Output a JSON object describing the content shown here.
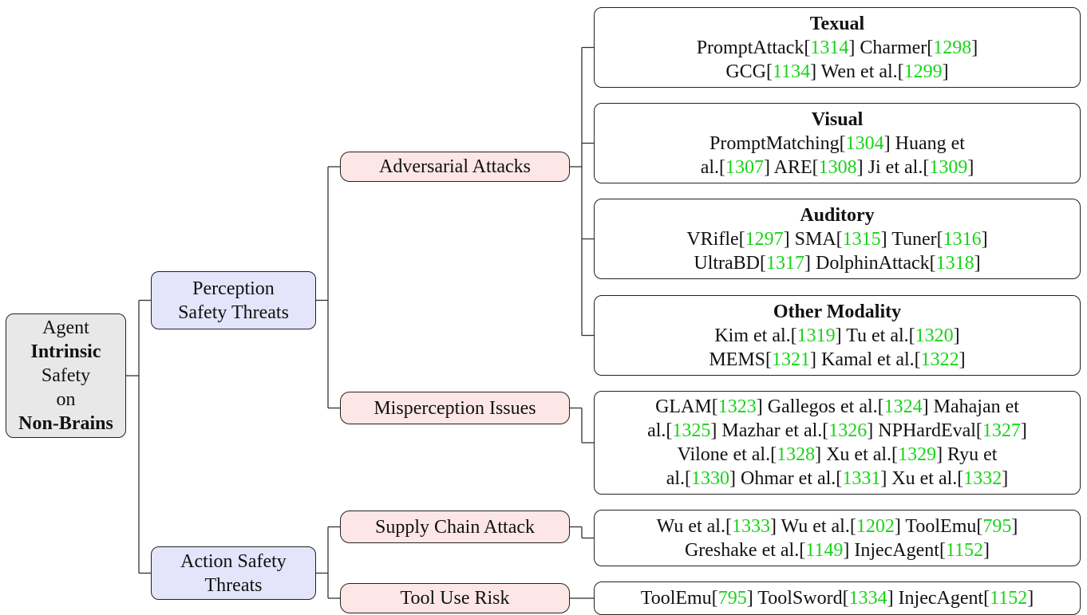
{
  "root": {
    "lines": [
      "Agent",
      "Intrinsic",
      "Safety",
      "on",
      "Non-Brains"
    ],
    "bold": [
      false,
      true,
      false,
      false,
      true
    ]
  },
  "level1": [
    {
      "id": "perception",
      "lines": [
        "Perception",
        "Safety Threats"
      ]
    },
    {
      "id": "action",
      "lines": [
        "Action Safety",
        "Threats"
      ]
    }
  ],
  "level2": [
    {
      "id": "adversarial",
      "label": "Adversarial Attacks"
    },
    {
      "id": "misperception",
      "label": "Misperception Issues"
    },
    {
      "id": "supply",
      "label": "Supply Chain Attack"
    },
    {
      "id": "tooluse",
      "label": "Tool Use Risk"
    }
  ],
  "leaves": [
    {
      "id": "textual",
      "title": "Texual",
      "lines": [
        [
          [
            "PromptAttack[",
            0
          ],
          [
            "1314",
            1
          ],
          [
            "] Charmer[",
            0
          ],
          [
            "1298",
            1
          ],
          [
            "]",
            0
          ]
        ],
        [
          [
            "GCG[",
            0
          ],
          [
            "1134",
            1
          ],
          [
            "] Wen et al.[",
            0
          ],
          [
            "1299",
            1
          ],
          [
            "]",
            0
          ]
        ]
      ]
    },
    {
      "id": "visual",
      "title": "Visual",
      "lines": [
        [
          [
            "PromptMatching[",
            0
          ],
          [
            "1304",
            1
          ],
          [
            "] Huang et",
            0
          ]
        ],
        [
          [
            "al.[",
            0
          ],
          [
            "1307",
            1
          ],
          [
            "] ARE[",
            0
          ],
          [
            "1308",
            1
          ],
          [
            "] Ji et al.[",
            0
          ],
          [
            "1309",
            1
          ],
          [
            "]",
            0
          ]
        ]
      ]
    },
    {
      "id": "auditory",
      "title": "Auditory",
      "lines": [
        [
          [
            "VRifle[",
            0
          ],
          [
            "1297",
            1
          ],
          [
            "] SMA[",
            0
          ],
          [
            "1315",
            1
          ],
          [
            "] Tuner[",
            0
          ],
          [
            "1316",
            1
          ],
          [
            "]",
            0
          ]
        ],
        [
          [
            "UltraBD[",
            0
          ],
          [
            "1317",
            1
          ],
          [
            "] DolphinAttack[",
            0
          ],
          [
            "1318",
            1
          ],
          [
            "]",
            0
          ]
        ]
      ]
    },
    {
      "id": "other",
      "title": "Other Modality",
      "lines": [
        [
          [
            "Kim et al.[",
            0
          ],
          [
            "1319",
            1
          ],
          [
            "] Tu et al.[",
            0
          ],
          [
            "1320",
            1
          ],
          [
            "]",
            0
          ]
        ],
        [
          [
            "MEMS[",
            0
          ],
          [
            "1321",
            1
          ],
          [
            "] Kamal et al.[",
            0
          ],
          [
            "1322",
            1
          ],
          [
            "]",
            0
          ]
        ]
      ]
    },
    {
      "id": "misperception-refs",
      "title": "",
      "lines": [
        [
          [
            "GLAM[",
            0
          ],
          [
            "1323",
            1
          ],
          [
            "] Gallegos et al.[",
            0
          ],
          [
            "1324",
            1
          ],
          [
            "] Mahajan et",
            0
          ]
        ],
        [
          [
            "al.[",
            0
          ],
          [
            "1325",
            1
          ],
          [
            "] Mazhar et al.[",
            0
          ],
          [
            "1326",
            1
          ],
          [
            "] NPHardEval[",
            0
          ],
          [
            "1327",
            1
          ],
          [
            "]",
            0
          ]
        ],
        [
          [
            "Vilone et al.[",
            0
          ],
          [
            "1328",
            1
          ],
          [
            "] Xu et al.[",
            0
          ],
          [
            "1329",
            1
          ],
          [
            "] Ryu et",
            0
          ]
        ],
        [
          [
            "al.[",
            0
          ],
          [
            "1330",
            1
          ],
          [
            "] Ohmar et al.[",
            0
          ],
          [
            "1331",
            1
          ],
          [
            "] Xu et al.[",
            0
          ],
          [
            "1332",
            1
          ],
          [
            "]",
            0
          ]
        ]
      ]
    },
    {
      "id": "supply-refs",
      "title": "",
      "lines": [
        [
          [
            "Wu et al.[",
            0
          ],
          [
            "1333",
            1
          ],
          [
            "] Wu et al.[",
            0
          ],
          [
            "1202",
            1
          ],
          [
            "] ToolEmu[",
            0
          ],
          [
            "795",
            1
          ],
          [
            "]",
            0
          ]
        ],
        [
          [
            "Greshake et al.[",
            0
          ],
          [
            "1149",
            1
          ],
          [
            "] InjecAgent[",
            0
          ],
          [
            "1152",
            1
          ],
          [
            "]",
            0
          ]
        ]
      ]
    },
    {
      "id": "tooluse-refs",
      "title": "",
      "lines": [
        [
          [
            "ToolEmu[",
            0
          ],
          [
            "795",
            1
          ],
          [
            "] ToolSword[",
            0
          ],
          [
            "1334",
            1
          ],
          [
            "] InjecAgent[",
            0
          ],
          [
            "1152",
            1
          ],
          [
            "]",
            0
          ]
        ]
      ]
    }
  ],
  "colors": {
    "reference": "#18d418",
    "root_fill": "#e8e8e8",
    "level1_fill": "#e4e4fa",
    "level2_fill": "#fde6e6",
    "leaf_fill": "#ffffff"
  }
}
